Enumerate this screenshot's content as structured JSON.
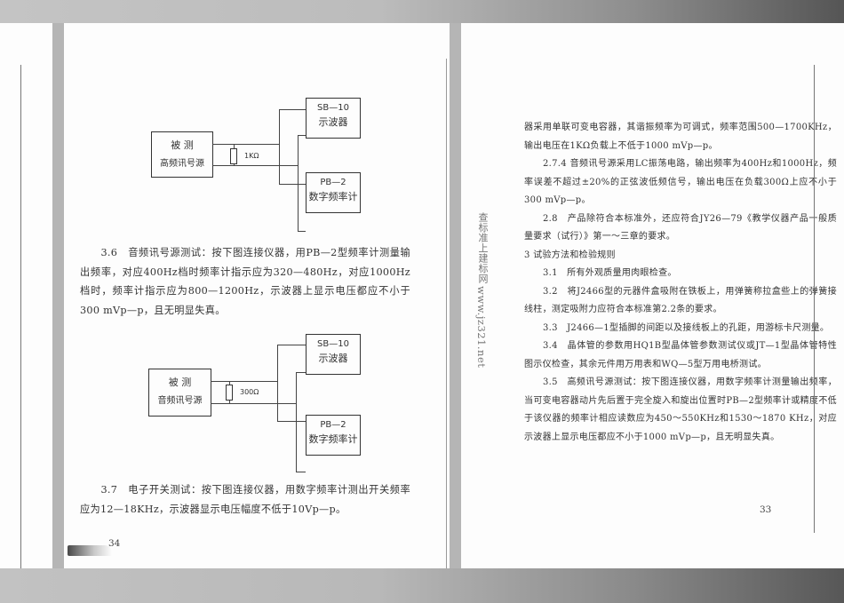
{
  "viewer": {
    "colors": {
      "background": "#bdbdbd",
      "page": "#fdfdfd",
      "band_dark": "#555555"
    }
  },
  "left_page": {
    "page_number": "34",
    "diagram1": {
      "source_box": {
        "line1": "被 测",
        "line2": "高频讯号源"
      },
      "resistor_label": "1KΩ",
      "scope_box": {
        "line1": "SB—10",
        "line2": "示波器"
      },
      "counter_box": {
        "line1": "PB—2",
        "line2": "数字频率计"
      }
    },
    "section_3_6": {
      "number": "3.6",
      "text": "音频讯号源测试：按下图连接仪器，用PB—2型频率计测量输出频率，对应400Hz档时频率计指示应为320—480Hz，对应1000Hz档时，频率计指示应为800—1200Hz，示波器上显示电压都应不小于300 mVp—p，且无明显失真。"
    },
    "diagram2": {
      "source_box": {
        "line1": "被 测",
        "line2": "音频讯号源"
      },
      "resistor_label": "300Ω",
      "scope_box": {
        "line1": "SB—10",
        "line2": "示波器"
      },
      "counter_box": {
        "line1": "PB—2",
        "line2": "数字频率计"
      }
    },
    "section_3_7": {
      "number": "3.7",
      "text": "电子开关测试：按下图连接仪器，用数字频率计测出开关频率应为12—18KHz，示波器显示电压幅度不低于10Vp—p。"
    }
  },
  "right_page": {
    "page_number": "33",
    "paragraphs": [
      {
        "indent": false,
        "text": "器采用单联可变电容器，其谐振频率为可调式，频率范围500—1700KHz，输出电压在1KΩ负载上不低于1000 mVp—p。"
      },
      {
        "indent": true,
        "text": "2.7.4 音频讯号源采用LC振荡电路，输出频率为400Hz和1000Hz，频率误差不超过±20%的正弦波低频信号，输出电压在负载300Ω上应不小于300 mVp—p。"
      },
      {
        "indent": true,
        "text": "2.8　产品除符合本标准外，还应符合JY26—79《教学仪器产品一般质量要求（试行）》第一～三章的要求。"
      },
      {
        "indent": false,
        "text": "3 试验方法和检验规则"
      },
      {
        "indent": true,
        "text": "3.1　所有外观质量用肉眼检查。"
      },
      {
        "indent": true,
        "text": "3.2　将J2466型的元器件盒吸附在铁板上，用弹簧称拉盒些上的弹簧接线柱，测定吸附力应符合本标准第2.2条的要求。"
      },
      {
        "indent": true,
        "text": "3.3　J2466—1型插脚的间距以及接线板上的孔距，用游标卡尺测量。"
      },
      {
        "indent": true,
        "text": "3.4　晶体管的参数用HQ1B型晶体管参数测试仪或JT—1型晶体管特性图示仪检查，其余元件用万用表和WQ—5型万用电桥测试。"
      },
      {
        "indent": true,
        "text": "3.5　高频讯号源测试：按下图连接仪器，用数字频率计测量输出频率，当可变电容器动片先后置于完全旋入和旋出位置时PB—2型频率计或精度不低于该仪器的频率计相应读数应为450～550KHz和1530～1870 KHz，对应示波器上显示电压都应不小于1000 mVp—p，且无明显失真。"
      }
    ]
  },
  "watermark": {
    "site_name": "查标准上建标网",
    "url": "www.jz321.net"
  }
}
